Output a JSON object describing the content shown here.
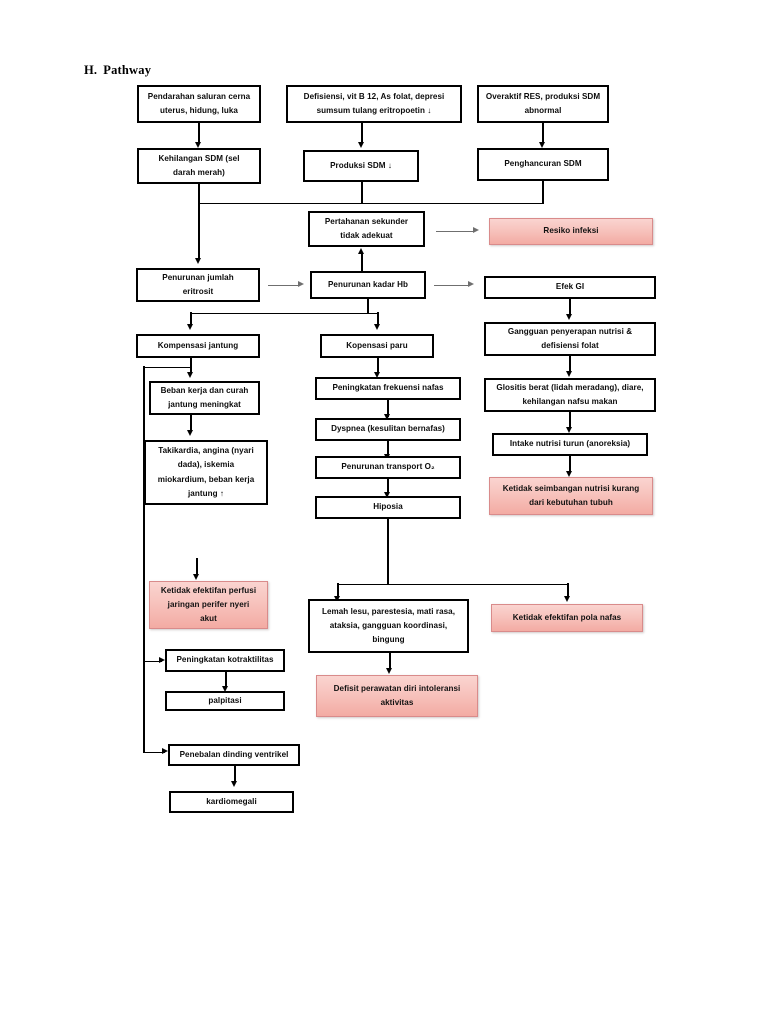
{
  "document": {
    "heading_number": "H.",
    "heading_text": "Pathway",
    "type": "flowchart",
    "language": "id"
  },
  "colors": {
    "box_border": "#000000",
    "box_fill": "#ffffff",
    "highlight_fill": "#f7c3bd",
    "highlight_border": "#d98b8b",
    "connector": "#000000",
    "connector_light": "#6f6f6f",
    "text": "#0b0b0b"
  },
  "nodes": {
    "pendarahan": {
      "label": "Pendarahan saluran cerna uterus, hidung, luka",
      "line1": "Pendarahan saluran cerna",
      "line2": "uterus, hidung, luka",
      "style": "plain"
    },
    "defisiensi": {
      "label": "Defisiensi, vit B 12, As folat, depresi sumsum tulang eritropoetin ↓",
      "line1": "Defisiensi, vit B 12, As folat, depresi",
      "line2": "sumsum tulang eritropoetin ↓",
      "style": "plain"
    },
    "overaktif": {
      "label": "Overaktif RES, produksi SDM abnormal",
      "line1": "Overaktif RES, produksi SDM",
      "line2": "abnormal",
      "style": "plain"
    },
    "kehilangan_sdm": {
      "label": "Kehilangan SDM (sel darah merah)",
      "line1": "Kehilangan SDM (sel",
      "line2": "darah merah)",
      "style": "plain"
    },
    "produksi_sdm": {
      "label": "Produksi SDM ↓",
      "line1": "Produksi SDM ↓",
      "style": "plain"
    },
    "penghancuran_sdm": {
      "label": "Penghancuran SDM",
      "line1": "Penghancuran SDM",
      "style": "plain"
    },
    "pertahanan": {
      "label": "Pertahanan sekunder tidak adekuat",
      "line1": "Pertahanan sekunder",
      "line2": "tidak adekuat",
      "style": "plain"
    },
    "resiko_infeksi": {
      "label": "Resiko infeksi",
      "line1": "Resiko infeksi",
      "style": "pink"
    },
    "penurunan_eritrosit": {
      "label": "Penurunan jumlah eritrosit",
      "line1": "Penurunan jumlah",
      "line2": "eritrosit",
      "style": "plain"
    },
    "penurunan_hb": {
      "label": "Penurunan kadar Hb",
      "line1": "Penurunan kadar Hb",
      "style": "plain"
    },
    "efek_gi": {
      "label": "Efek GI",
      "line1": "Efek GI",
      "style": "plain"
    },
    "kompensasi_jantung": {
      "label": "Kompensasi jantung",
      "line1": "Kompensasi jantung",
      "style": "plain"
    },
    "kopensasi_paru": {
      "label": "Kopensasi paru",
      "line1": "Kopensasi paru",
      "style": "plain"
    },
    "gangguan_nutrisi": {
      "label": "Gangguan penyerapan nutrisi & defisiensi folat",
      "line1": "Gangguan penyerapan nutrisi &",
      "line2": "defisiensi folat",
      "style": "plain"
    },
    "beban_kerja": {
      "label": "Beban kerja dan curah jantung meningkat",
      "line1": "Beban kerja dan curah",
      "line2": "jantung meningkat",
      "style": "plain"
    },
    "peningkatan_nafas": {
      "label": "Peningkatan frekuensi nafas",
      "line1": "Peningkatan frekuensi nafas",
      "style": "plain"
    },
    "glositis": {
      "label": "Glositis berat (lidah meradang), diare, kehilangan nafsu makan",
      "line1": "Glositis berat (lidah meradang), diare,",
      "line2": "kehilangan nafsu makan",
      "style": "plain"
    },
    "takikardia": {
      "label": "Takikardia, angina (nyari dada), iskemia miokardium, beban kerja jantung ↑",
      "line1": "Takikardia, angina (nyari",
      "line2": "dada), iskemia",
      "line3": "miokardium, beban kerja",
      "line4": "jantung ↑",
      "style": "plain"
    },
    "dyspnea": {
      "label": "Dyspnea (kesulitan bernafas)",
      "line1": "Dyspnea (kesulitan bernafas)",
      "style": "plain"
    },
    "intake_nutrisi": {
      "label": "Intake nutrisi turun (anoreksia)",
      "line1": "Intake nutrisi turun (anoreksia)",
      "style": "plain"
    },
    "penurunan_o2": {
      "label": "Penurunan transport O₂",
      "line1": "Penurunan transport O₂",
      "style": "plain"
    },
    "ketidak_seimbangan": {
      "label": "Ketidak seimbangan nutrisi kurang dari kebutuhan tubuh",
      "line1": "Ketidak seimbangan nutrisi kurang",
      "line2": "dari kebutuhan tubuh",
      "style": "pink"
    },
    "hiposia": {
      "label": "Hiposia",
      "line1": "Hiposia",
      "style": "plain"
    },
    "ketidak_perfusi": {
      "label": "Ketidak efektifan perfusi jaringan perifer nyeri akut",
      "line1": "Ketidak efektifan perfusi",
      "line2": "jaringan perifer nyeri",
      "line3": "akut",
      "style": "pink"
    },
    "lemah_lesu": {
      "label": "Lemah lesu, parestesia, mati rasa, ataksia, gangguan koordinasi, bingung",
      "line1": "Lemah lesu, parestesia, mati rasa,",
      "line2": "ataksia, gangguan koordinasi,",
      "line3": "bingung",
      "style": "plain"
    },
    "pola_nafas": {
      "label": "Ketidak efektifan pola nafas",
      "line1": "Ketidak efektifan pola nafas",
      "style": "pink"
    },
    "peningkatan_kontraktilitas": {
      "label": "Peningkatan kotraktilitas",
      "line1": "Peningkatan kotraktilitas",
      "style": "plain"
    },
    "defisit_perawatan": {
      "label": "Defisit perawatan diri intoleransi aktivitas",
      "line1": "Defisit perawatan diri intoleransi",
      "line2": "aktivitas",
      "style": "pink"
    },
    "palpitasi": {
      "label": "palpitasi",
      "line1": "palpitasi",
      "style": "plain"
    },
    "penebalan": {
      "label": "Penebalan dinding ventrikel",
      "line1": "Penebalan dinding ventrikel",
      "style": "plain"
    },
    "kardiomegali": {
      "label": "kardiomegali",
      "line1": "kardiomegali",
      "style": "plain"
    }
  }
}
